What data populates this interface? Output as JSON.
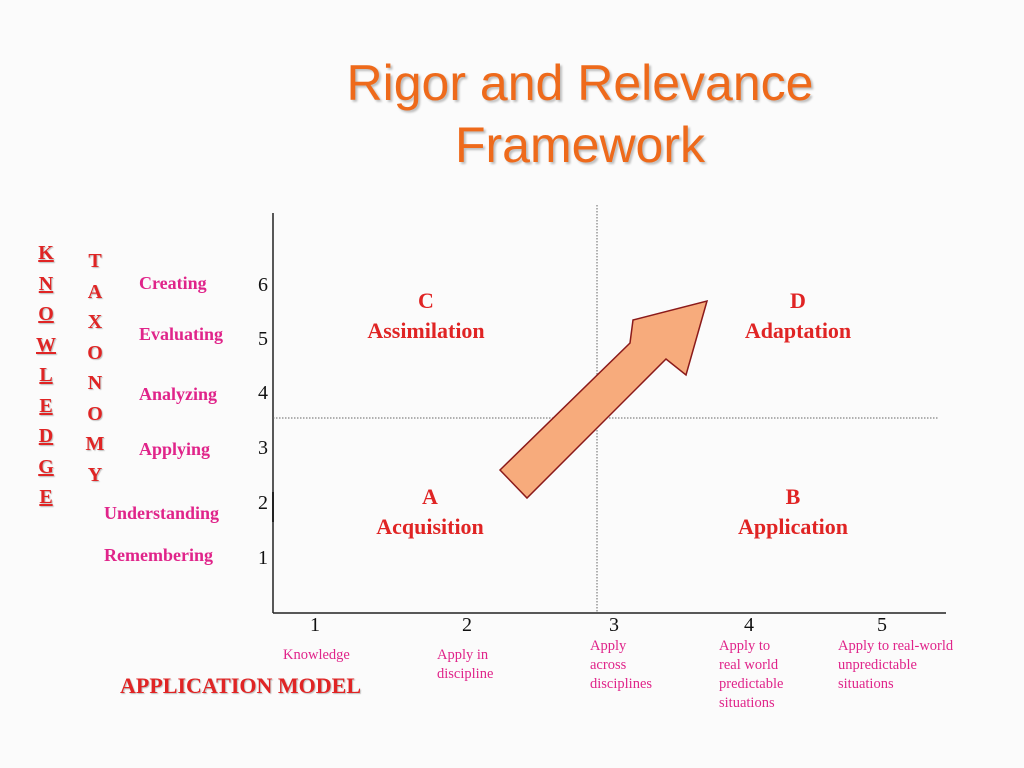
{
  "title": {
    "line1": "Rigor and Relevance",
    "line2": "Framework"
  },
  "vertical_labels": {
    "knowledge": [
      "K",
      "N",
      "O",
      "W",
      "L",
      "E",
      "D",
      "G",
      "E"
    ],
    "taxonomy": [
      "T",
      "A",
      "X",
      "O",
      "N",
      "O",
      "M",
      "Y"
    ]
  },
  "taxonomy_levels": [
    "Creating",
    "Evaluating",
    "Analyzing",
    "Applying",
    "Understanding",
    "Remembering"
  ],
  "y_ticks": [
    "6",
    "5",
    "4",
    "3",
    "2",
    "1"
  ],
  "x_ticks": [
    "1",
    "2",
    "3",
    "4",
    "5"
  ],
  "x_descriptions": [
    "Knowledge",
    "Apply in\ndiscipline",
    "Apply\n across\ndisciplines",
    "Apply to\nreal world\npredictable\nsituations",
    "Apply to real-world\nunpredictable\nsituations"
  ],
  "quadrants": {
    "C": {
      "letter": "C",
      "name": "Assimilation"
    },
    "D": {
      "letter": "D",
      "name": "Adaptation"
    },
    "A": {
      "letter": "A",
      "name": "Acquisition"
    },
    "B": {
      "letter": "B",
      "name": "Application"
    }
  },
  "footer_label": "APPLICATION MODEL",
  "colors": {
    "title": "#ee6a1b",
    "red": "#e02424",
    "magenta": "#e0248a",
    "arrow_fill": "#f7ab7c",
    "arrow_stroke": "#8b1a1a"
  }
}
